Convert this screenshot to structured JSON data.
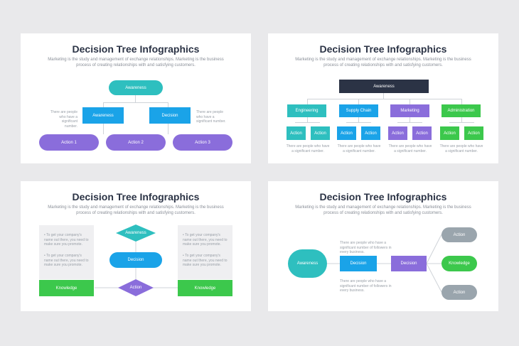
{
  "heading": "Decision Tree Infographics",
  "subtitle": "Marketing is the study and management of exchange relationships. Marketing is the business process of creating relationships with and satisfying customers.",
  "colors": {
    "teal": "#2ebfbf",
    "blue": "#1aa3e8",
    "purple": "#8a6ddb",
    "green": "#3cc84c",
    "navy": "#2b3345",
    "gray": "#9aa5ad"
  },
  "slide1": {
    "root": "Awareness",
    "left": "Awareness",
    "right": "Decision",
    "note": "There are people who have a significant number.",
    "actions": [
      "Action 1",
      "Action 2",
      "Action 3"
    ]
  },
  "slide2": {
    "root": "Awareness",
    "branches": [
      "Engineering",
      "Supply Chain",
      "Marketing",
      "Administration"
    ],
    "action": "Action",
    "note": "There are people who have a significant number."
  },
  "slide3": {
    "awareness": "Awareness",
    "decision": "Decision",
    "action": "Action",
    "knowledge": "Knowledge",
    "bullet": "To get your company's name out there, you need to make sure you promote."
  },
  "slide4": {
    "awareness": "Awareness",
    "decision1": "Decision",
    "decision2": "Decision",
    "outcomes": [
      "Action",
      "Knowledge",
      "Action"
    ],
    "note": "There are people who have a significant number of followers in every business."
  }
}
